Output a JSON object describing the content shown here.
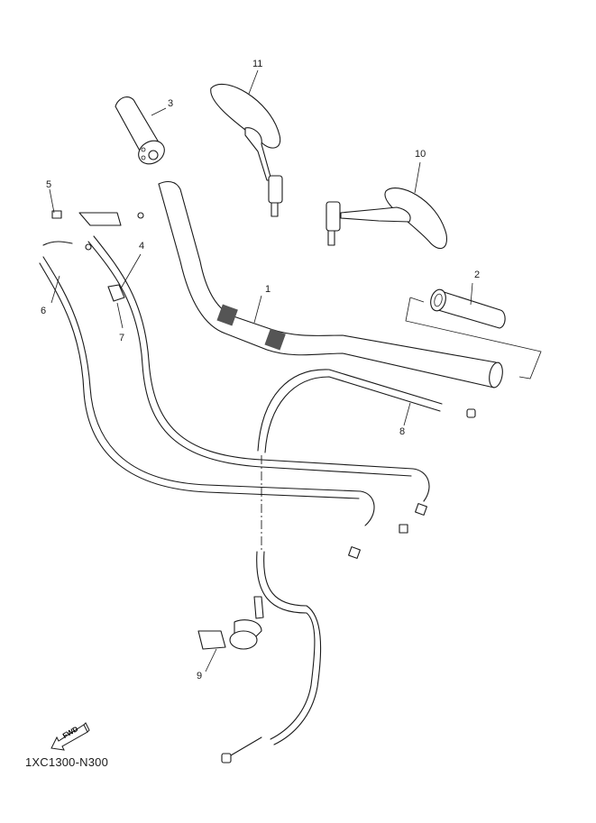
{
  "diagram": {
    "title": "Steering Handle & Cable",
    "part_code": "1XC1300-N300",
    "direction_label": "FWD",
    "callouts": [
      {
        "number": "1",
        "part": "handlebar"
      },
      {
        "number": "2",
        "part": "grip"
      },
      {
        "number": "3",
        "part": "throttle-grip"
      },
      {
        "number": "4",
        "part": "throttle-cable-1"
      },
      {
        "number": "5",
        "part": "bolt"
      },
      {
        "number": "6",
        "part": "throttle-cable-2"
      },
      {
        "number": "7",
        "part": "cable-clamp"
      },
      {
        "number": "8",
        "part": "clutch-cable-upper"
      },
      {
        "number": "9",
        "part": "cable-holder"
      },
      {
        "number": "10",
        "part": "mirror-right"
      },
      {
        "number": "11",
        "part": "mirror-left"
      }
    ]
  }
}
